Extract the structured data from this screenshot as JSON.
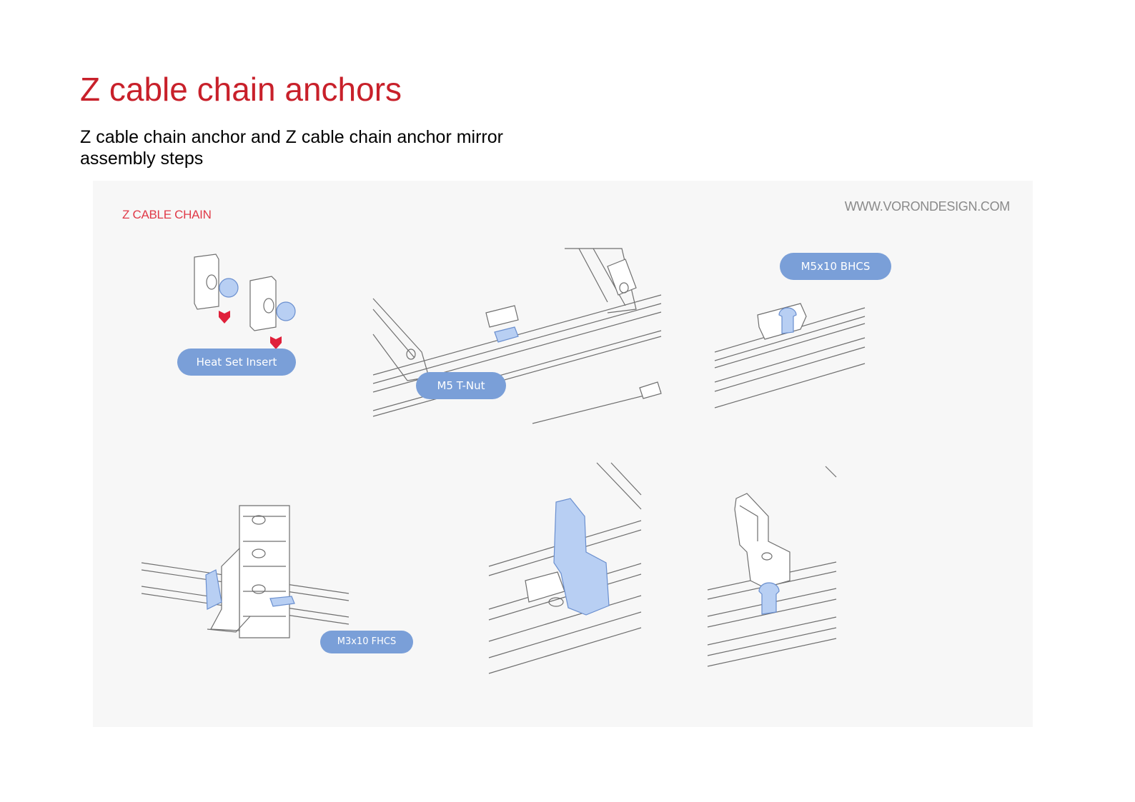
{
  "title": "Z cable chain anchors",
  "subtitle": "Z cable chain anchor and Z cable chain anchor mirror assembly steps",
  "figure": {
    "section_label": "Z CABLE CHAIN",
    "website": "WWW.VORONDESIGN.COM",
    "callouts": {
      "heat_set_insert": "Heat Set Insert",
      "t_nut": "M5 T-Nut",
      "bhcs": "M5x10 BHCS",
      "fhcs": "M3x10 FHCS"
    }
  },
  "colors": {
    "title": "#c8202a",
    "callout": "#7a9fd8",
    "highlight": "#bcd3f5",
    "warning_icon": "#e0203a"
  }
}
